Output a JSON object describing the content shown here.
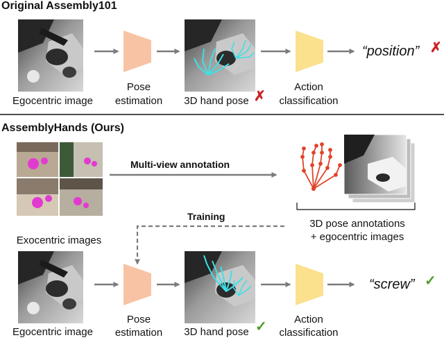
{
  "top_section": {
    "heading": "Original Assembly101",
    "input_caption": "Egocentric image",
    "pose_caption_line1": "Pose",
    "pose_caption_line2": "estimation",
    "hand_pose_caption": "3D hand pose",
    "hand_pose_mark": "✗",
    "action_caption_line1": "Action",
    "action_caption_line2": "classification",
    "result_open_quote": "“",
    "result_word": "position",
    "result_close_quote": "”",
    "result_mark": "✗"
  },
  "bottom_section": {
    "heading": "AssemblyHands (Ours)",
    "exo_caption": "Exocentric images",
    "multiview_label": "Multi-view annotation",
    "annotation_caption_line1": "3D pose annotations",
    "annotation_caption_line2": "+ egocentric images",
    "training_label": "Training",
    "input_caption": "Egocentric image",
    "pose_caption_line1": "Pose",
    "pose_caption_line2": "estimation",
    "hand_pose_caption": "3D hand pose",
    "hand_pose_mark": "✓",
    "action_caption_line1": "Action",
    "action_caption_line2": "classification",
    "result_open_quote": "“",
    "result_word": "screw",
    "result_close_quote": "”",
    "result_mark": "✓"
  },
  "colors": {
    "pose_trapezoid": "#f8c3a4",
    "action_trapezoid": "#fbe08e",
    "arrow": "#7b7b7b",
    "wrong_mark": "#cc1f1f",
    "right_mark": "#4c9a2a",
    "hand_skeleton": "#3ee0e6",
    "annotation_skeleton": "#e0432a",
    "exo_hand_marker": "#e23ad0"
  },
  "icons": {
    "wrong": "cross-mark-icon",
    "right": "check-mark-icon"
  }
}
